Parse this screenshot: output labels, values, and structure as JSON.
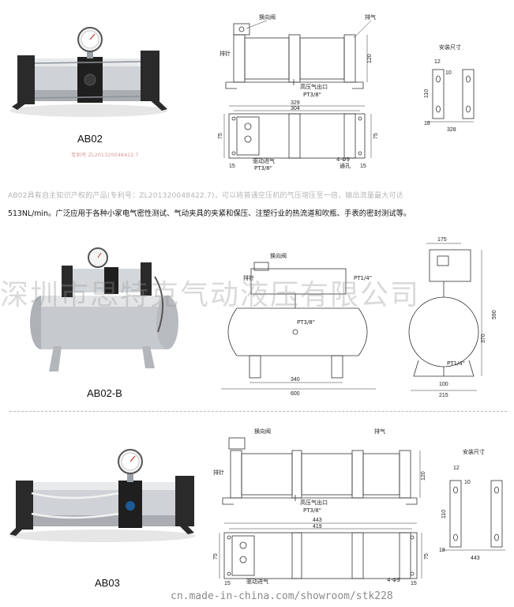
{
  "products": [
    {
      "model": "AB02",
      "subcaption": "专利号 ZL201320048422.7"
    },
    {
      "model": "AB02-B"
    },
    {
      "model": "AB03"
    }
  ],
  "drawing_labels": {
    "switch_valve": "换向阀",
    "vent": "排气",
    "vent_left": "排针",
    "high_outlet": "高压气出口",
    "pt38": "PT3/8\"",
    "drive_inlet": "驱动进气",
    "pt38_b": "PT3/8\"",
    "holes": "4-Φ9",
    "through": "通孔",
    "install_size": "安装尺寸",
    "pt14": "PT1/4\"",
    "pt14_b": "PT1/4\""
  },
  "dimensions": {
    "ab02_height": "120",
    "ab02_len1": "329",
    "ab02_len2": "304",
    "ab02_w": "75",
    "ab02_w2": "75",
    "ab02_15a": "15",
    "ab02_15b": "15",
    "mount_12": "12",
    "mount_10": "10",
    "mount_110": "110",
    "mount_18": "18",
    "mount_328": "328",
    "tank_340": "340",
    "tank_600": "600",
    "side_175": "175",
    "side_590": "590",
    "side_370": "370",
    "side_100": "100",
    "side_215": "215",
    "ab03_height": "120",
    "ab03_len1": "443",
    "ab03_len2": "419",
    "ab03_w": "75",
    "ab03_w2": "75",
    "ab03_15a": "15",
    "ab03_15b": "15",
    "m3_12": "12",
    "m3_10": "10",
    "m3_110": "110",
    "m3_18": "18",
    "m3_443": "443"
  },
  "paragraph": {
    "line1": "AB02具有自主知识产权的产品(专利号：ZL201320048422.7)，可以将普通空压机的气压增压至一倍，输出流量最大可达",
    "line2": "513NL/min。广泛应用于各种小家电气密性测试、气动夹具的夹紧和保压、注塑行业的热流道和吹瓶、手表的密封测试等。"
  },
  "watermark": "深圳市思特克气动液压有限公司",
  "footer_url": "cn.made-in-china.com/showroom/stk228",
  "colors": {
    "body_steel": "#c9ccd0",
    "dark_end": "#2a2a2a",
    "line": "#333333"
  }
}
